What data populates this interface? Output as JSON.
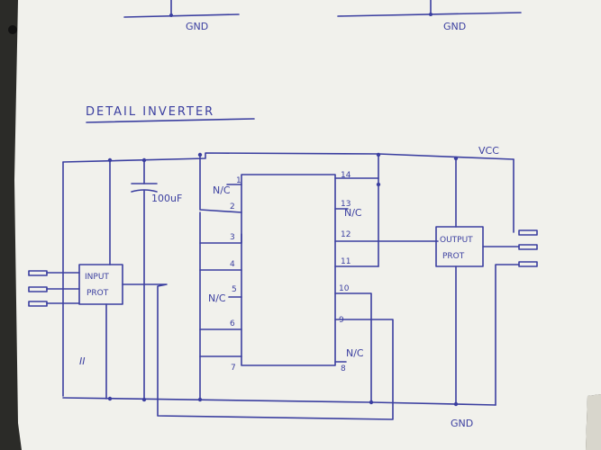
{
  "top_labels": [
    "GND",
    "GND"
  ],
  "title": "DETAIL INVERTER",
  "vcc_label": "VCC",
  "gnd_label": "GND",
  "capacitor_label": "100uF",
  "input_block": [
    "INPUT",
    "PROT"
  ],
  "output_block": [
    "OUTPUT",
    "PROT"
  ],
  "ic_pins_left": [
    {
      "pin": "1",
      "label": "N/C"
    },
    {
      "pin": "2",
      "label": ""
    },
    {
      "pin": "3",
      "label": ""
    },
    {
      "pin": "4",
      "label": ""
    },
    {
      "pin": "5",
      "label": "N/C"
    },
    {
      "pin": "6",
      "label": ""
    },
    {
      "pin": "7",
      "label": ""
    }
  ],
  "ic_pins_right": [
    {
      "pin": "14",
      "label": ""
    },
    {
      "pin": "13",
      "label": "N/C"
    },
    {
      "pin": "12",
      "label": ""
    },
    {
      "pin": "11",
      "label": ""
    },
    {
      "pin": "10",
      "label": ""
    },
    {
      "pin": "9",
      "label": ""
    },
    {
      "pin": "8",
      "label": "N/C"
    }
  ],
  "margin_mark": "II",
  "colors": {
    "ink": "#3b3fa0",
    "paper": "#f1f1ec",
    "background": "#2b2b28"
  }
}
